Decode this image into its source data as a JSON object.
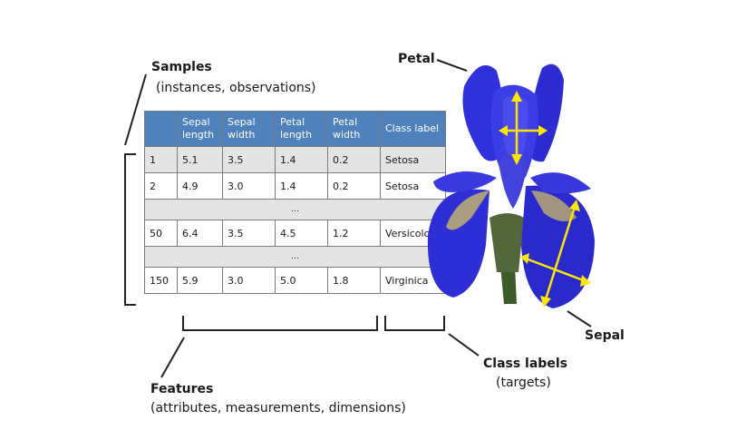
{
  "samples": {
    "title": "Samples",
    "subtitle": "(instances, observations)"
  },
  "features": {
    "title": "Features",
    "subtitle": "(attributes, measurements, dimensions)"
  },
  "class_labels": {
    "title": "Class labels",
    "subtitle": "(targets)"
  },
  "petal_label": "Petal",
  "sepal_label": "Sepal",
  "table": {
    "headers": [
      "",
      "Sepal length",
      "Sepal width",
      "Petal length",
      "Petal width",
      "Class label"
    ],
    "rows": [
      [
        "1",
        "5.1",
        "3.5",
        "1.4",
        "0.2",
        "Setosa"
      ],
      [
        "2",
        "4.9",
        "3.0",
        "1.4",
        "0.2",
        "Setosa"
      ],
      [
        "…"
      ],
      [
        "50",
        "6.4",
        "3.5",
        "4.5",
        "1.2",
        "Versicolor"
      ],
      [
        "…"
      ],
      [
        "150",
        "5.9",
        "3.0",
        "5.0",
        "1.8",
        "Virginica"
      ]
    ]
  },
  "colors": {
    "header_bg": "#4f81bd",
    "flower": "#2f2fd6",
    "arrow": "#ffe600"
  }
}
